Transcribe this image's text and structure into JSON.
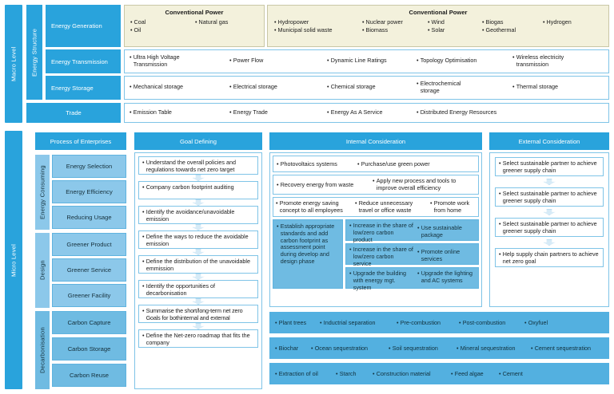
{
  "levels": {
    "macro": "Macro Level",
    "micro": "Micro Level"
  },
  "macro": {
    "energy_structure_label": "Energy Structure",
    "rows": [
      {
        "name": "Energy Generation",
        "panels": [
          {
            "title": "Conventional Power",
            "items": [
              "Coal",
              "Oil",
              "Natural gas"
            ]
          },
          {
            "title": "Conventional Power",
            "items": [
              "Hydropower",
              "Municipal solid waste",
              "Nuclear power",
              "Biomass",
              "Wind",
              "Solar",
              "Biogas",
              "Geothermal",
              "Hydrogen"
            ]
          }
        ]
      },
      {
        "name": "Energy Transmission",
        "items": [
          "Ultra High Voltage Transmission",
          "Power Flow",
          "Dynamic Line Ratings",
          "Topology Optimisation",
          "Wireless electricity transmission"
        ]
      },
      {
        "name": "Energy Storage",
        "items": [
          "Mechanical storage",
          "Electrical storage",
          "Chemical storage",
          "Electrochemical storage",
          "Thermal storage"
        ]
      }
    ],
    "trade": {
      "name": "Trade",
      "items": [
        "Emission Table",
        "Energy Trade",
        "Energy As A Service",
        "Distributed Energy Resources"
      ]
    }
  },
  "micro": {
    "headers": {
      "process": "Process of Enterprises",
      "goal": "Goal Defining",
      "internal": "Internal Consideration",
      "external": "External Consideration"
    },
    "groups": [
      {
        "label": "Energy Consuming",
        "items": [
          "Energy Selection",
          "Energy Efficiency",
          "Reducing Usage"
        ]
      },
      {
        "label": "Design",
        "items": [
          "Greener Product",
          "Greener Service",
          "Greener Facility"
        ]
      },
      {
        "label": "Decarbonisation",
        "items": [
          "Carbon Capture",
          "Carbon Storage",
          "Carbon Reuse"
        ]
      }
    ],
    "goal_steps": [
      "Understand the overall policies and regulations towards net zero target",
      "Company carbon footprint auditing",
      "Identify the avoidance/unavoidable emission",
      "Define the ways to reduce the avoidable emission",
      "Define the distribution of the unavoidable emmission",
      "Identify the opportunities of decarbonisation",
      "Summarise the short/long-term net zero Goals for bothinternal and external",
      "Define the Net-zero roadmap that fits the company"
    ],
    "internal": {
      "row1": [
        "Photovoltaics systems",
        "Purchase/use green power"
      ],
      "row2": [
        "Recovery energy from waste",
        "Apply new process and tools to improve overall efficiency"
      ],
      "row3": [
        "Promote energy saving concept to  all employees",
        "Reduce unnecessary travel or office waste",
        "Promote work from home"
      ],
      "design_left": "Establish appropriate standards and add carbon footprint as assessment point during develop and design phase",
      "design_grid": [
        [
          "Increase in the share of low/zero carbon product",
          "Use sustainable package"
        ],
        [
          "Increase in the share of low/zero carbon service",
          "Promote online services"
        ],
        [
          "Upgrade the building with energy mgt. system",
          "Upgrade the lighting and AC systems"
        ]
      ]
    },
    "external_steps": [
      "Select sustainable partner to achieve greener supply chain",
      "Select sustainable partner to achieve greener supply chain",
      "Select sustainable partner to achieve greener supply chain",
      "Help supply chain partners to achieve net zero goal"
    ],
    "decarb_bars": [
      [
        "Plant trees",
        "Inductrial separation",
        "Pre-combustion",
        "Post-combustion",
        "Oxyfuel"
      ],
      [
        "Biochar",
        "Ocean sequestration",
        "Soil sequestration",
        "Mineral sequestration",
        "Cement sequestration"
      ],
      [
        "Extraction of oil",
        "Starch",
        "Construction material",
        "Feed algae",
        "Cement"
      ]
    ]
  },
  "colors": {
    "primary": "#29A3DC",
    "light": "#8CC8EA",
    "mid": "#6FBBE2",
    "cream": "#F3F1DC",
    "border": "#7FC4E7"
  }
}
